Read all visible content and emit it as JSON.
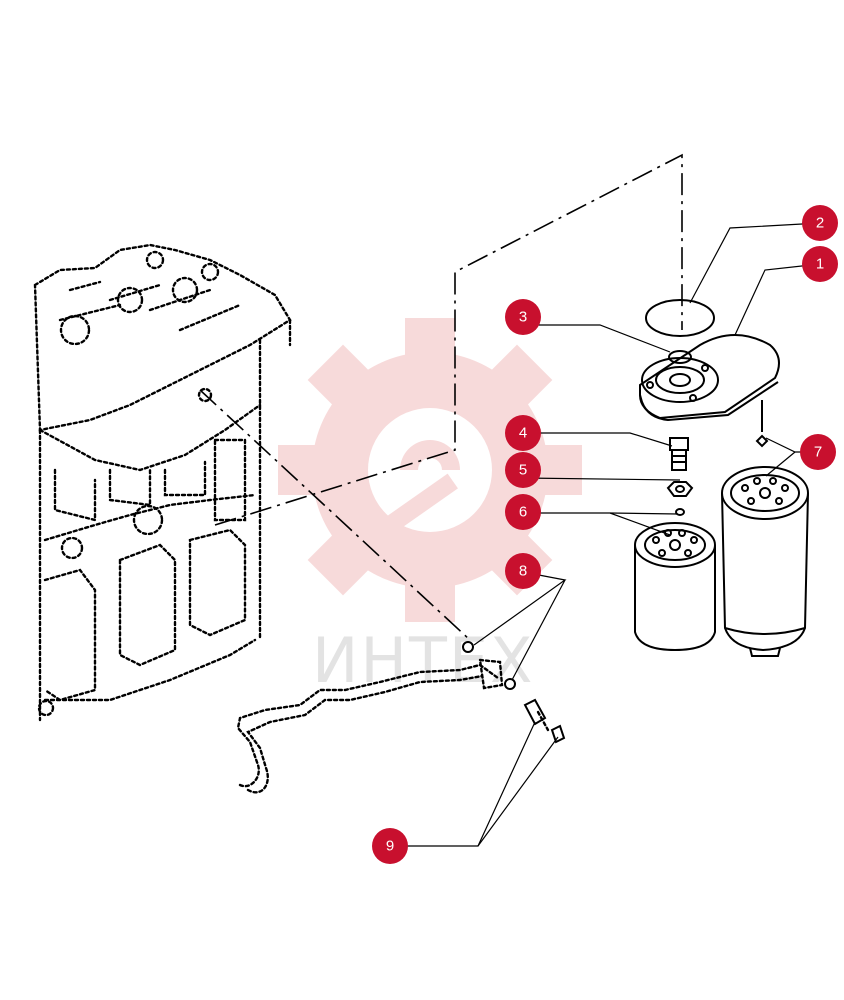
{
  "watermark": {
    "text": "ИНТЕХ",
    "color": "#f2bcbc"
  },
  "callout_color": "#c8102e",
  "callouts": [
    {
      "id": "1",
      "label": "1"
    },
    {
      "id": "2",
      "label": "2"
    },
    {
      "id": "3",
      "label": "3"
    },
    {
      "id": "4",
      "label": "4"
    },
    {
      "id": "5",
      "label": "5"
    },
    {
      "id": "6",
      "label": "6"
    },
    {
      "id": "7",
      "label": "7"
    },
    {
      "id": "8",
      "label": "8"
    },
    {
      "id": "9",
      "label": "9"
    }
  ]
}
